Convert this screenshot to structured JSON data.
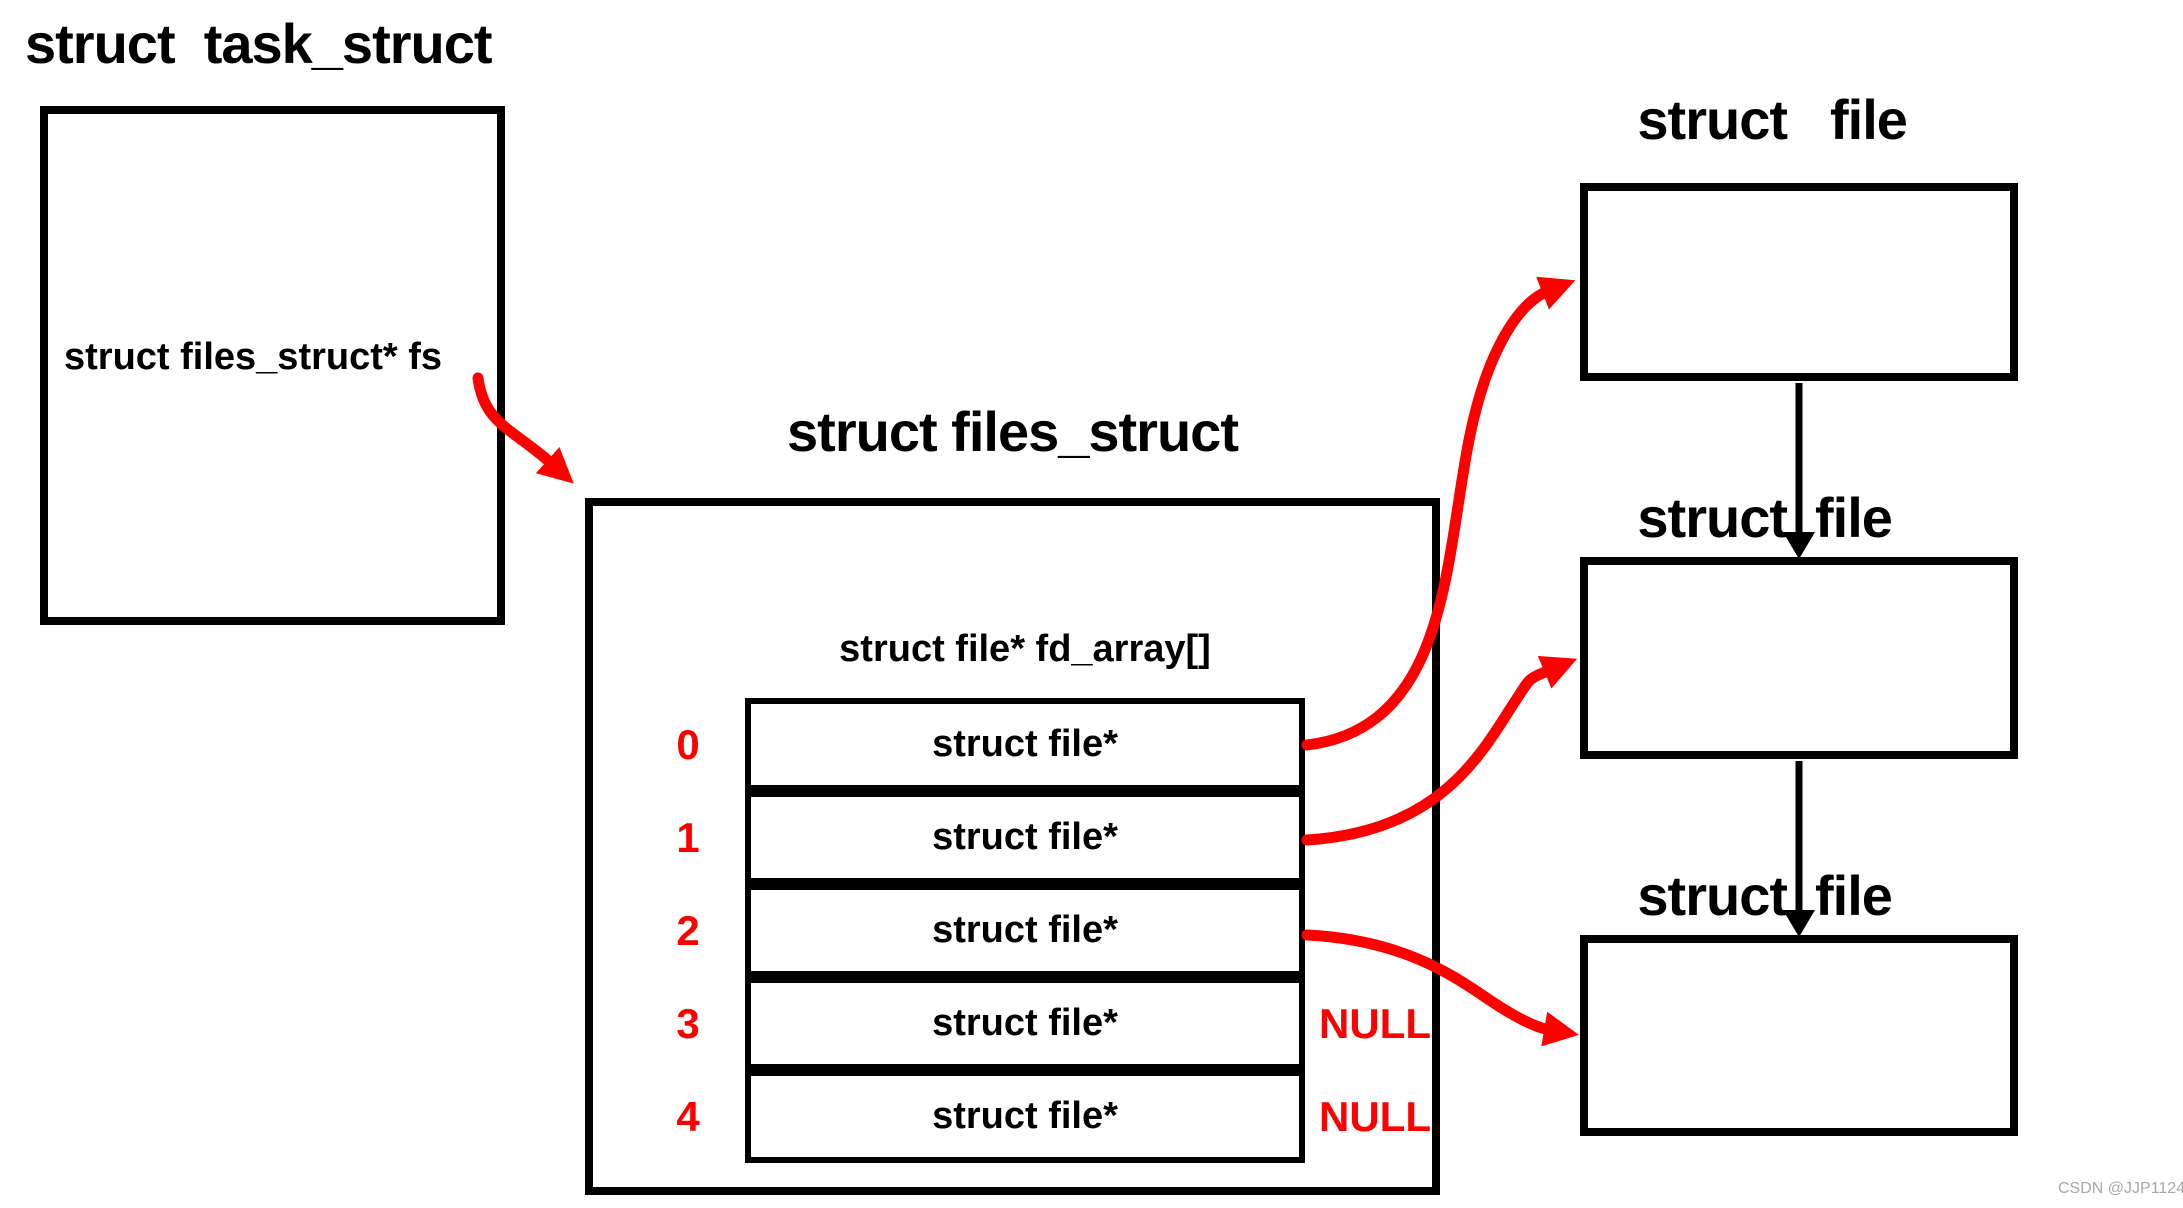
{
  "colors": {
    "background": "#ffffff",
    "black": "#000000",
    "red": "#fe0000",
    "watermark": "#a8a8a8"
  },
  "task_struct": {
    "title": "struct  task_struct",
    "field_fs": "struct files_struct* fs"
  },
  "files_struct": {
    "title": "struct files_struct",
    "array_label": "struct file* fd_array[]",
    "rows": [
      {
        "index": "0",
        "value": "struct file*",
        "annotation": ""
      },
      {
        "index": "1",
        "value": "struct file*",
        "annotation": ""
      },
      {
        "index": "2",
        "value": "struct file*",
        "annotation": ""
      },
      {
        "index": "3",
        "value": "struct file*",
        "annotation": "NULL"
      },
      {
        "index": "4",
        "value": "struct file*",
        "annotation": "NULL"
      }
    ]
  },
  "file_boxes": [
    {
      "title_word_1": "struct",
      "title_word_2": "file"
    },
    {
      "title_word_1": "struct",
      "title_word_2": "file"
    },
    {
      "title_word_1": "struct",
      "title_word_2": "file"
    }
  ],
  "watermark": "CSDN @JJP1124"
}
